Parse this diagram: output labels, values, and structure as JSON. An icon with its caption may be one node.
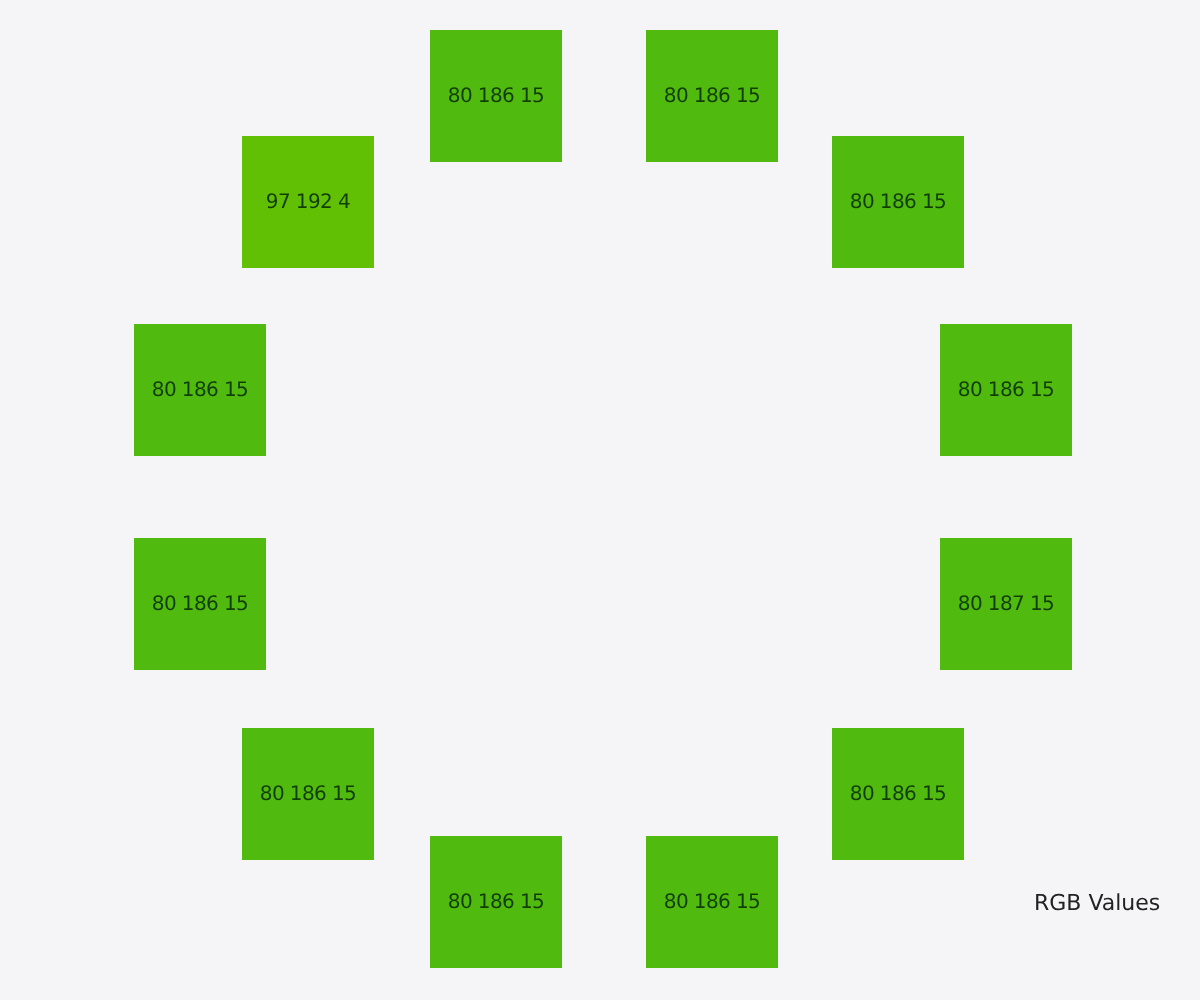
{
  "diagram": {
    "nodes": [
      {
        "text": [
          "80 186 15"
        ]
      },
      {
        "text": [
          "80 186 15"
        ]
      },
      {
        "text": [
          "97 192 4"
        ]
      },
      {
        "text": [
          "80 186 15"
        ]
      },
      {
        "text": [
          "80 186 15"
        ]
      },
      {
        "text": [
          "80 186 15"
        ]
      },
      {
        "text": [
          "80 186 15"
        ]
      },
      {
        "text": [
          "80 187 15"
        ]
      },
      {
        "text": [
          "80 186 15"
        ]
      },
      {
        "text": [
          "80 186 15"
        ]
      },
      {
        "text": [
          "80 186 15"
        ]
      },
      {
        "text": [
          "80 186 15"
        ]
      }
    ],
    "labels": [
      "RGB Values"
    ]
  }
}
